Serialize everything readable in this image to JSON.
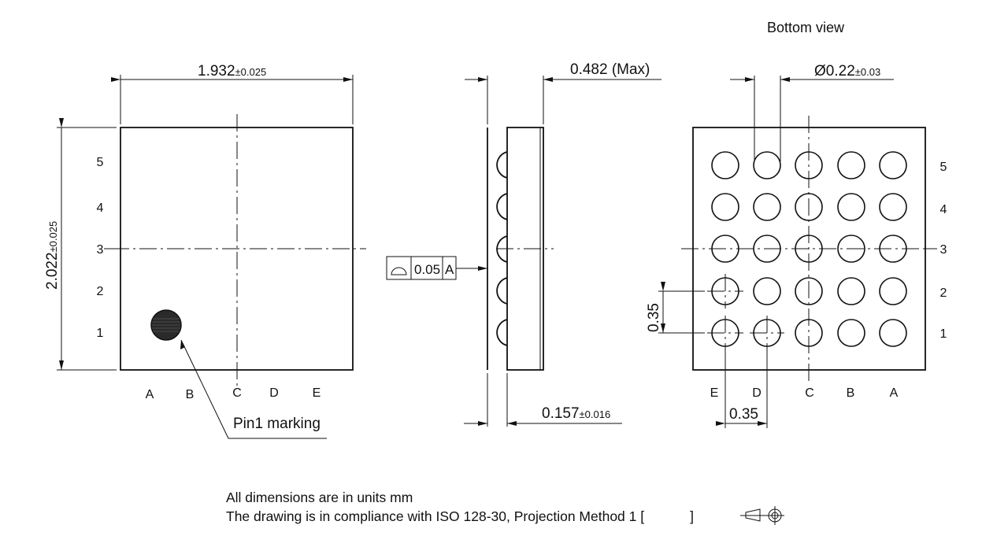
{
  "drawing": {
    "title_bottom_view": "Bottom view",
    "top_view": {
      "width_dim": "1.932",
      "width_tol": "±0.025",
      "height_dim": "2.022",
      "height_tol": "±0.025",
      "row_labels": [
        "5",
        "4",
        "3",
        "2",
        "1"
      ],
      "col_labels": [
        "A",
        "B",
        "C",
        "D",
        "E"
      ],
      "pin1_label": "Pin1 marking"
    },
    "side_view": {
      "height_dim": "0.482 (Max)",
      "ball_height_dim": "0.157",
      "ball_height_tol": "±0.016",
      "tolerance_frame": {
        "symbol": "profile-of-surface",
        "value": "0.05",
        "datum": "A"
      },
      "ball_count": 5
    },
    "bottom_view": {
      "ball_diameter_dim": "Ø0.22",
      "ball_diameter_tol": "±0.03",
      "pitch_vertical": "0.35",
      "pitch_horizontal": "0.35",
      "row_labels": [
        "5",
        "4",
        "3",
        "2",
        "1"
      ],
      "col_labels": [
        "E",
        "D",
        "C",
        "B",
        "A"
      ],
      "grid": "5x5"
    },
    "notes": {
      "line1": "All dimensions are in units mm",
      "line2": "The drawing is in compliance with ISO 128-30, Projection Method 1 [",
      "line2_end": "]"
    }
  }
}
